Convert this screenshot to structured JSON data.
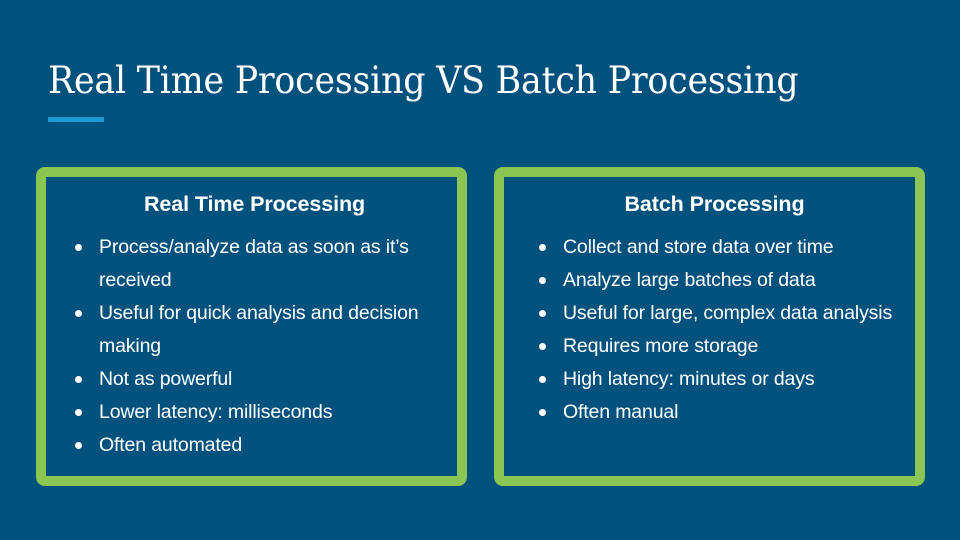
{
  "slide": {
    "title": "Real Time Processing VS Batch Processing",
    "background_color": "#03527e",
    "accent_color": "#1b9ad6",
    "card_border_color": "#8bc653",
    "text_color": "#ffffff"
  },
  "cards": [
    {
      "heading": "Real Time Processing",
      "bullets": [
        "Process/analyze data as soon as it’s received",
        "Useful for quick analysis and decision making",
        "Not as powerful",
        "Lower latency: milliseconds",
        "Often automated"
      ]
    },
    {
      "heading": "Batch Processing",
      "bullets": [
        "Collect and store data over time",
        "Analyze large batches of data",
        "Useful for large, complex data analysis",
        "Requires more storage",
        "High latency: minutes or days",
        "Often manual"
      ]
    }
  ]
}
